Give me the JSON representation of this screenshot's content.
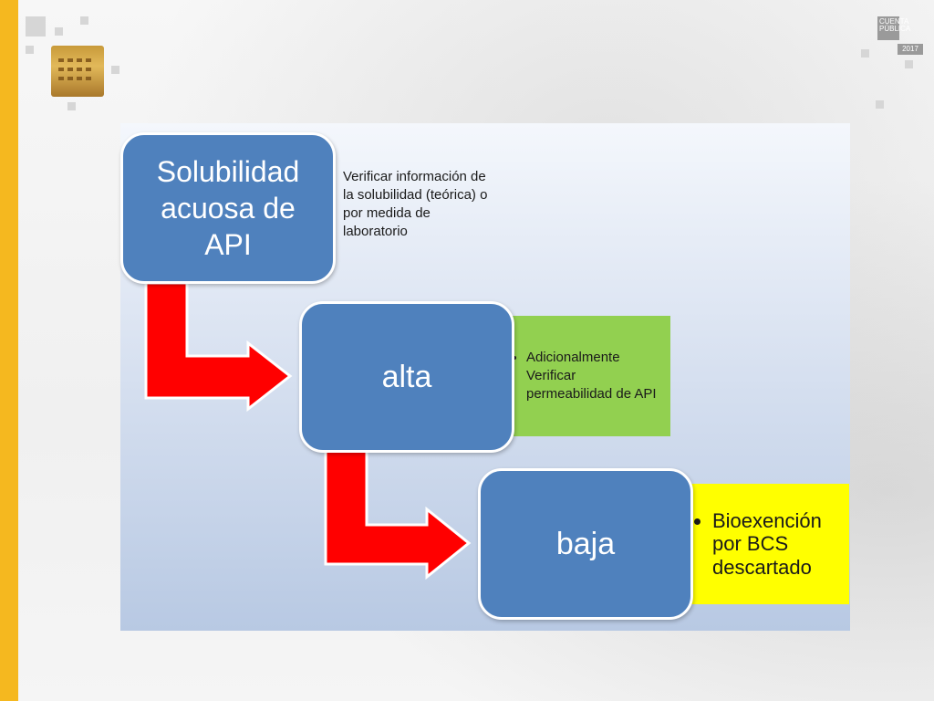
{
  "slide": {
    "logo_text": "CUENTA PÚBLICA",
    "logo_year": "2017"
  },
  "colors": {
    "accent_bar": "#f5b81f",
    "box_fill": "#4f81bd",
    "arrow_fill": "#ff0000",
    "note_green": "#92d050",
    "note_yellow": "#ffff00"
  },
  "diagram": {
    "levels": [
      {
        "title": "Solubilidad acuosa de API",
        "note": "Verificar información de la solubilidad (teórica) o por medida de laboratorio"
      },
      {
        "title": "alta",
        "note": "Adicionalmente Verificar permeabilidad de API"
      },
      {
        "title": "baja",
        "note": "Bioexención por BCS descartado"
      }
    ]
  }
}
